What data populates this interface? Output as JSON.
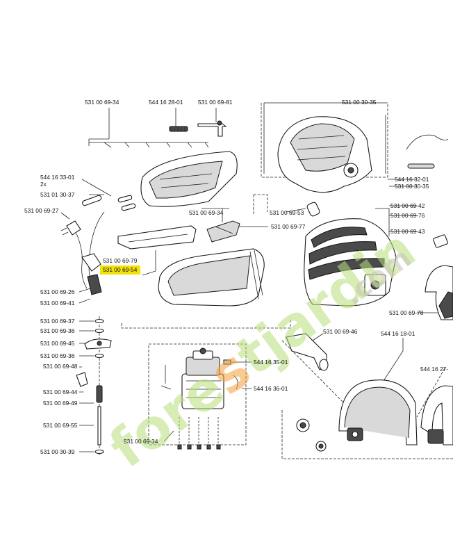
{
  "diagram": {
    "watermark": {
      "prefix": "fore",
      "accent": "s",
      "suffix": "tjardin",
      "domain": ".com"
    },
    "highlight_color": "#f2e20a",
    "watermark_color": "#b9df7a",
    "labels": {
      "l1": "531 00 69-34",
      "l2": "544 16 28-01",
      "l3": "531 00 69-81",
      "l4": "531 00 30-35",
      "l5": "544 16 33-01",
      "l6": "2x",
      "l7": "531 01 30-37",
      "l8": "531 00 69-27",
      "l9": "531 00 69-34",
      "l10": "531 00 69-53",
      "l11": "531 00 69-77",
      "l12": "544 16 32-01",
      "l13": "531 00 30-35",
      "l14": "531 00 69-42",
      "l15": "531 00 69-76",
      "l16": "531 00 69-43",
      "l17": "531 00 69-79",
      "l18": "531 00 69-54",
      "l19": "531 00 69-26",
      "l20": "531 00 69-41",
      "l21": "531 00 69-78",
      "l22": "531 00 69-37",
      "l23": "531 00 69-36",
      "l24": "531 00 69-45",
      "l25": "531 00 69-46",
      "l26": "544 16 18-01",
      "l27": "531 00 69-36",
      "l28": "531 00 69-48",
      "l29": "544 16 35-01",
      "l30": "544 16 27-",
      "l31": "544 16 36-01",
      "l32": "531 00 69-44",
      "l33": "531 00 69-49",
      "l34": "531 00 69-55",
      "l35": "531 00 69-34",
      "l36": "531 00 30-39"
    }
  }
}
